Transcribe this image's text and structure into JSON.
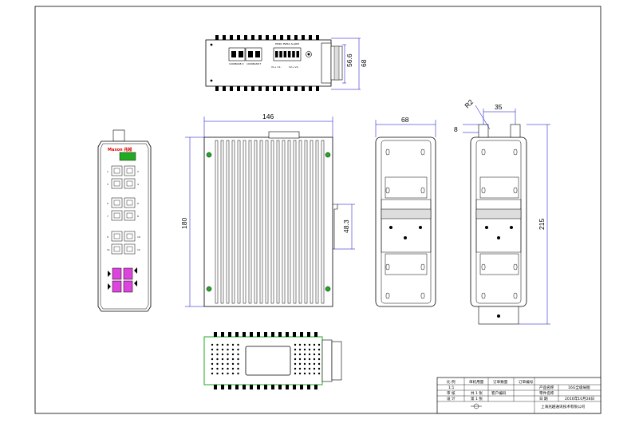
{
  "drawing": {
    "top_view": {
      "port_labels": [
        "1000BASE-X",
        "1000BASE-T"
      ],
      "terminal_label": "PWR1 PWR2 ALARM",
      "terminal_sub": [
        "V1+ V1-",
        "V2+ V2-"
      ],
      "dim_inner": "56.6",
      "dim_outer": "68"
    },
    "front_view": {
      "brand": "Maxon 兆越",
      "port_numbers": [
        "1",
        "2",
        "3",
        "4",
        "5",
        "6",
        "7",
        "8",
        "9",
        "10",
        "11",
        "12"
      ]
    },
    "side_view": {
      "width": "146",
      "height": "180",
      "rail": "48.3"
    },
    "back_view": {
      "width": "68"
    },
    "rail_view": {
      "radius": "R2",
      "hole": "8",
      "spacing": "35",
      "height": "215"
    },
    "title_block": {
      "rows": [
        [
          "比 例",
          "单机用量",
          "订单数量",
          "订单编号"
        ],
        [
          "1:1",
          "",
          "",
          "产品名称",
          "16G全级局版"
        ],
        [
          "审 核",
          "共 1 张",
          "客户编码",
          "零件名称"
        ],
        [
          "设 计",
          "第 1 张",
          "",
          "日 期",
          "2016年10月28日"
        ]
      ],
      "company": "上海兆越通讯技术有限公司"
    }
  }
}
